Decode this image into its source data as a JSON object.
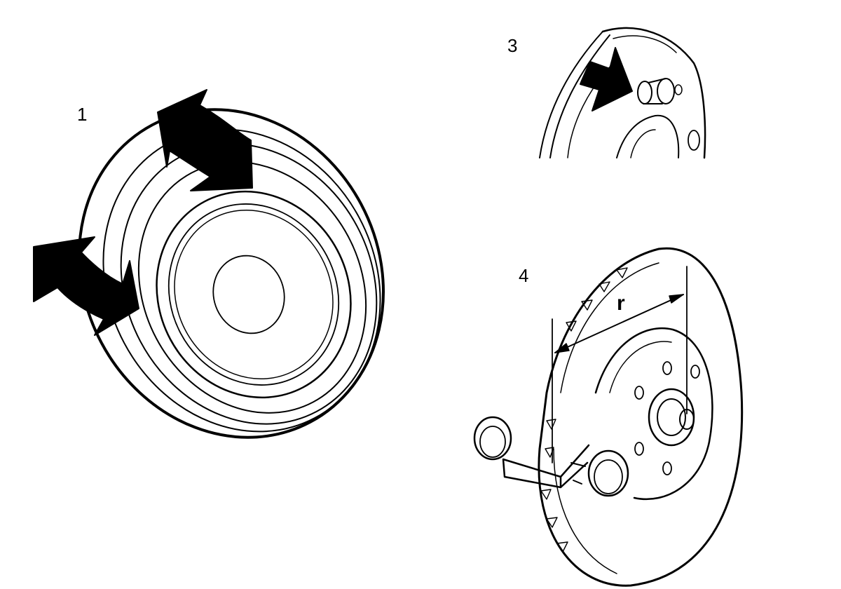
{
  "figure": {
    "labels": {
      "step_1": "1",
      "step_3": "3",
      "step_4": "4",
      "radius": "r"
    }
  },
  "colors": {
    "line": "#000000",
    "background": "#ffffff"
  },
  "icons": [
    "rotate-arrow-icon",
    "push-arrow-icon",
    "radius-arrow-icon"
  ]
}
